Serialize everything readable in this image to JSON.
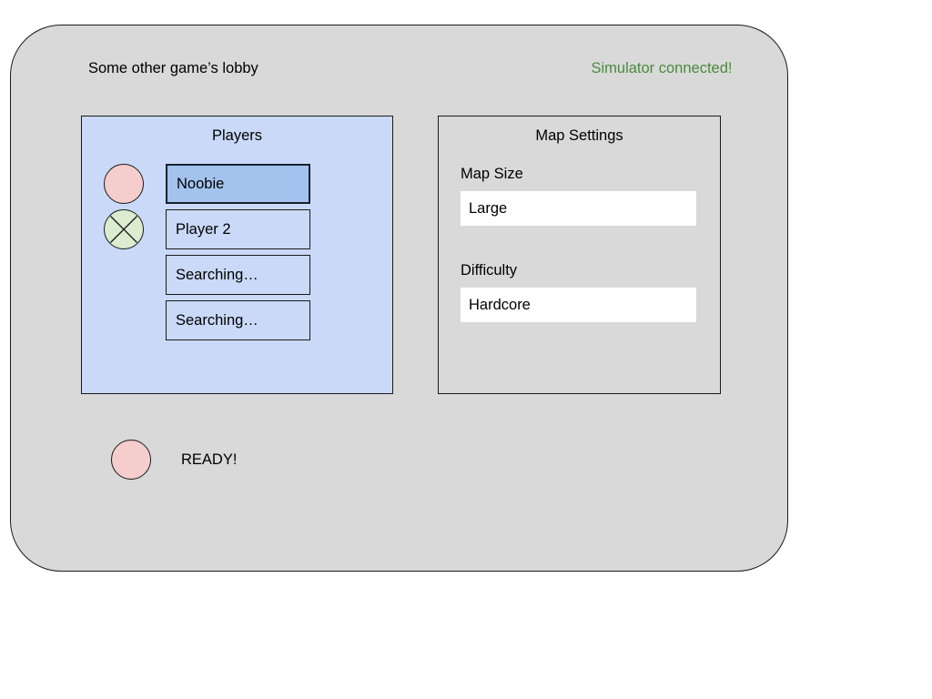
{
  "header": {
    "lobby_title": "Some other game’s lobby",
    "connection_status": "Simulator connected!",
    "connection_status_color": "#4a8a3c"
  },
  "players_panel": {
    "title": "Players",
    "background_color": "#c9d9f7",
    "slots": [
      {
        "label": "Noobie",
        "selected": true,
        "indicator": {
          "icon": "circle-icon",
          "color": "#f5cdcd",
          "state": "not-ready"
        }
      },
      {
        "label": "Player 2",
        "selected": false,
        "indicator": {
          "icon": "circle-x-icon",
          "color": "#dcecd0",
          "state": "ready"
        }
      },
      {
        "label": "Searching…",
        "selected": false,
        "indicator": null
      },
      {
        "label": "Searching…",
        "selected": false,
        "indicator": null
      }
    ]
  },
  "map_settings_panel": {
    "title": "Map Settings",
    "background_color": "#d9d9d9",
    "settings": [
      {
        "label": "Map Size",
        "value": "Large"
      },
      {
        "label": "Difficulty",
        "value": "Hardcore"
      }
    ]
  },
  "ready_row": {
    "label": "READY!",
    "indicator": {
      "icon": "circle-icon",
      "color": "#f5cdcd"
    }
  }
}
